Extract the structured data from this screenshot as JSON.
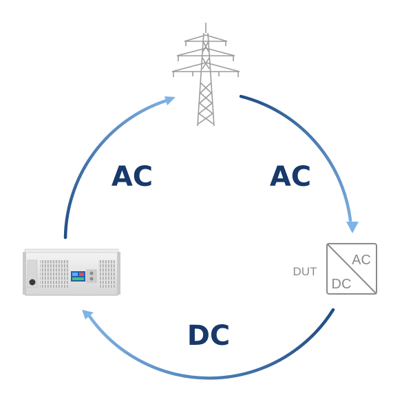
{
  "labels": {
    "grid_to_dut": "AC",
    "device_to_grid": "AC",
    "dut_to_device": "DC"
  },
  "dut": {
    "tag": "DUT",
    "ac": "AC",
    "dc": "DC"
  },
  "colors": {
    "text_dark_blue": "#17396b",
    "arrow_light": "#7fb2e5",
    "arrow_dark": "#1f4e86",
    "pylon": "#9b9b9b",
    "dut_border": "#8a8a8a"
  },
  "icons": {
    "grid": "power-pylon-icon",
    "dut": "ac-dc-converter-icon",
    "device": "bidirectional-power-supply-icon"
  }
}
